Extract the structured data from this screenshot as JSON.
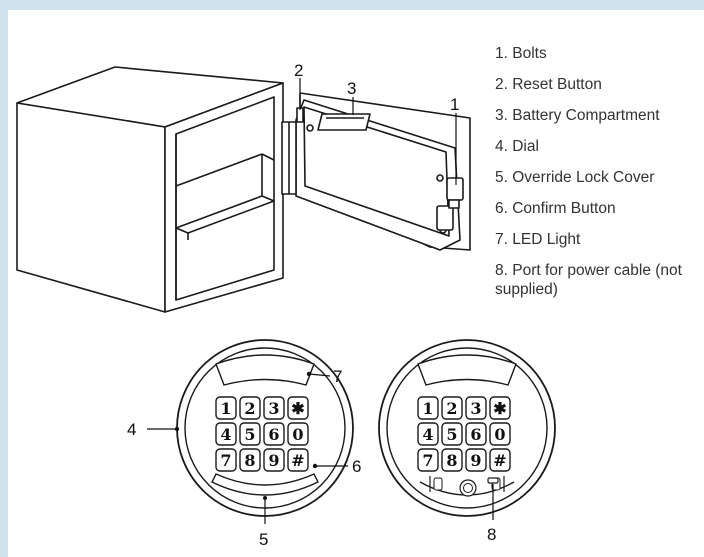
{
  "legend": {
    "items": [
      "1. Bolts",
      "2. Reset Button",
      "3. Battery Compartment",
      "4. Dial",
      "5. Override Lock Cover",
      "6. Confirm Button",
      "7. LED Light",
      "8. Port for power cable (not supplied)"
    ]
  },
  "callouts": {
    "c1": "1",
    "c2": "2",
    "c3": "3",
    "c4": "4",
    "c5": "5",
    "c6": "6",
    "c7": "7",
    "c8": "8"
  },
  "keypad_left": {
    "rows": [
      [
        "1",
        "2",
        "3",
        "✱"
      ],
      [
        "4",
        "5",
        "6",
        "0"
      ],
      [
        "7",
        "8",
        "9",
        "#"
      ]
    ]
  },
  "keypad_right": {
    "rows": [
      [
        "1",
        "2",
        "3",
        "✱"
      ],
      [
        "4",
        "5",
        "6",
        "0"
      ],
      [
        "7",
        "8",
        "9",
        "#"
      ]
    ]
  }
}
